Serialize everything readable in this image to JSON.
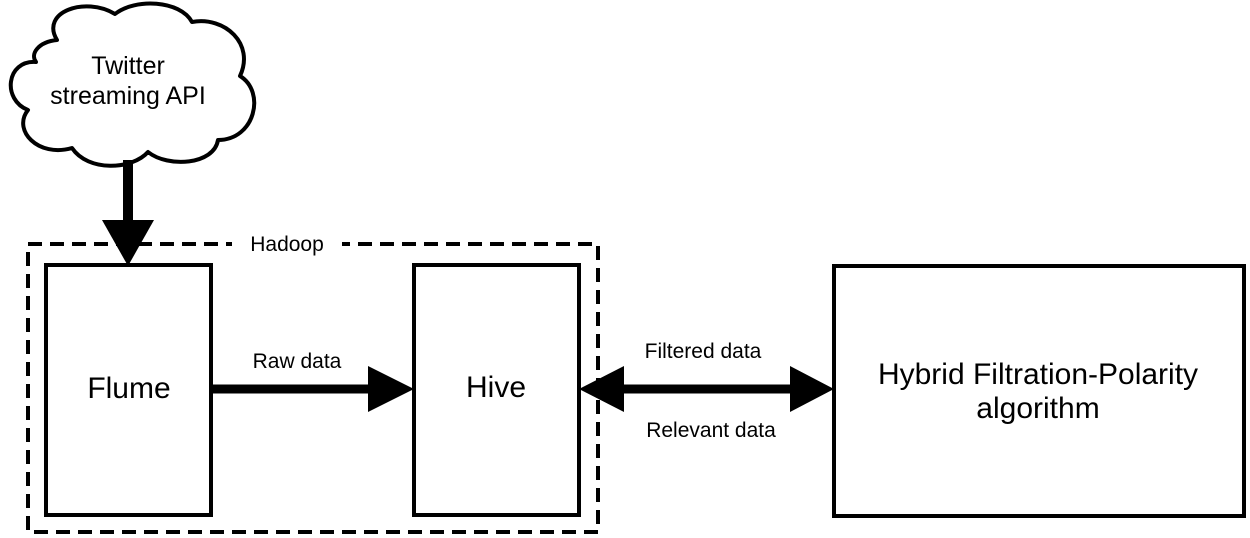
{
  "source": {
    "line1": "Twitter",
    "line2": "streaming API"
  },
  "hadoop": {
    "label": "Hadoop"
  },
  "flume": {
    "label": "Flume"
  },
  "hive": {
    "label": "Hive"
  },
  "algorithm": {
    "line1": "Hybrid Filtration-Polarity",
    "line2": "algorithm"
  },
  "edges": {
    "raw": "Raw data",
    "filtered": "Filtered data",
    "relevant": "Relevant data"
  }
}
